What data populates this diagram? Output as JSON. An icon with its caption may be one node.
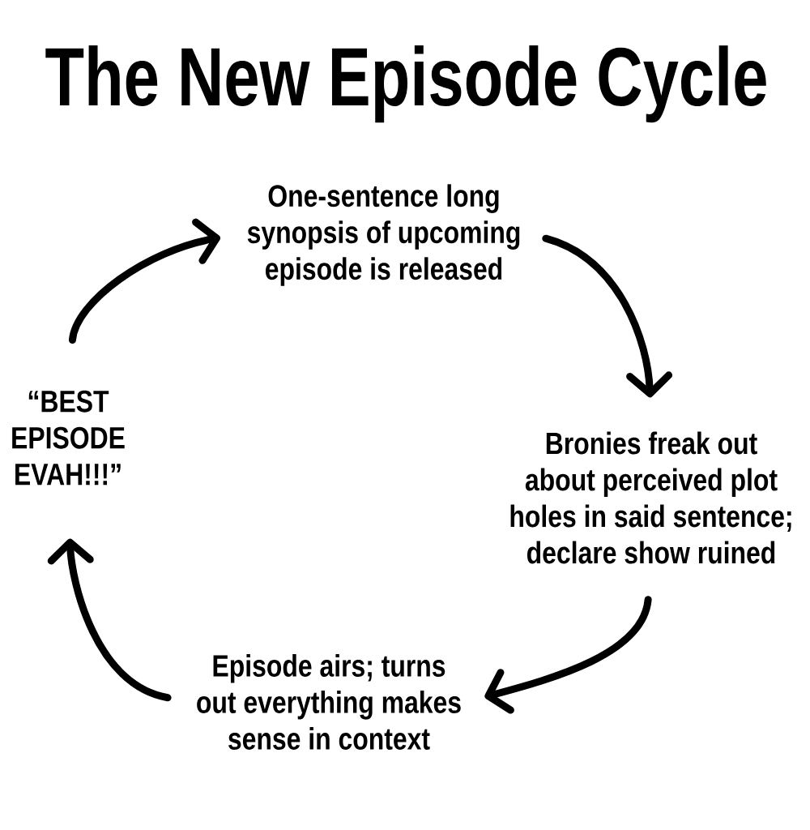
{
  "diagram": {
    "title": "The New Episode Cycle",
    "nodes": [
      {
        "text": [
          "One-sentence long synopsis of upcoming episode is released"
        ]
      },
      {
        "text": [
          "“BEST EPISODE EVAH!!!”"
        ]
      },
      {
        "text": [
          "Bronies freak out about perceived plot holes in said sentence; declare show ruined"
        ]
      },
      {
        "text": [
          "Episode airs; turns out everything makes sense in context"
        ]
      }
    ],
    "edges": [
      {
        "from": 1,
        "to": 0,
        "arrow": "to"
      },
      {
        "from": 0,
        "to": 2,
        "arrow": "to"
      },
      {
        "from": 2,
        "to": 3,
        "arrow": "to"
      },
      {
        "from": 3,
        "to": 1,
        "arrow": "to"
      }
    ]
  }
}
